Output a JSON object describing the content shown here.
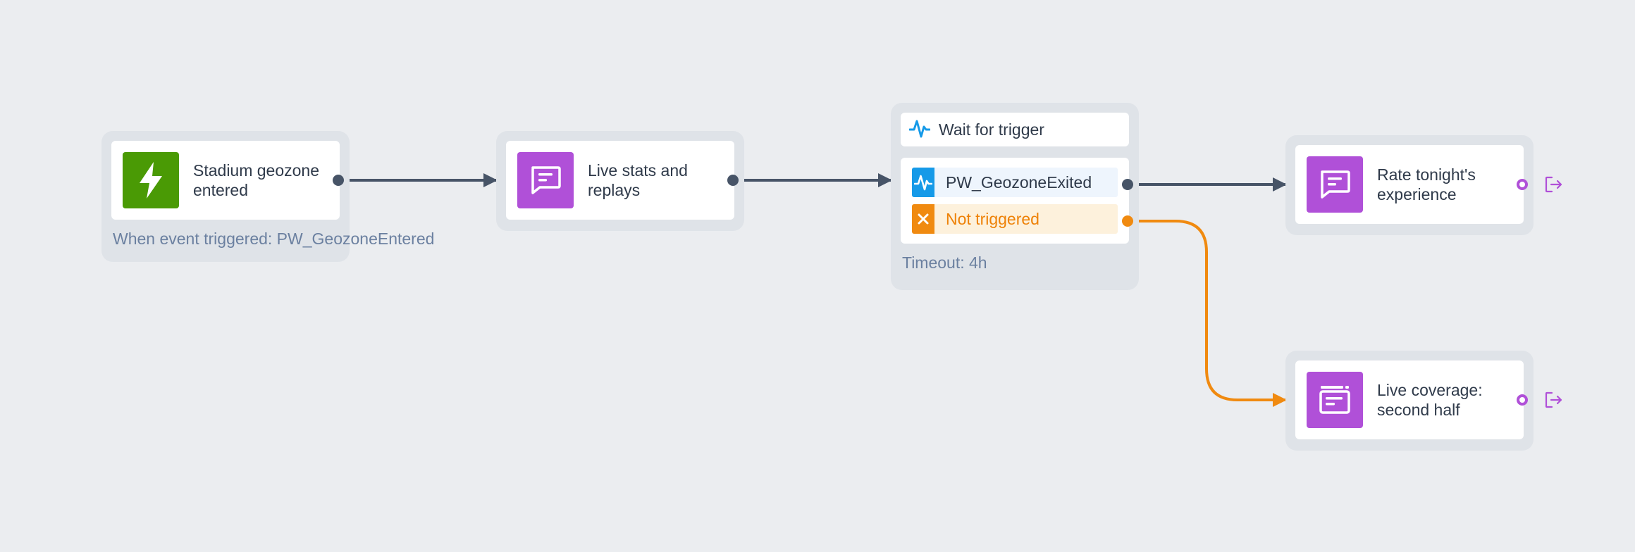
{
  "canvas": {
    "background": "#ebedf0"
  },
  "colors": {
    "trigger_green": "#4a9a05",
    "message_purple": "#b050d8",
    "event_blue": "#169ae8",
    "timeout_orange": "#f08a10",
    "edge_dark": "#475467",
    "caption_text": "#6b80a0"
  },
  "nodes": {
    "trigger": {
      "title": "Stadium geozone entered",
      "icon": "lightning-icon",
      "caption": "When event triggered: PW_GeozoneEntered"
    },
    "message1": {
      "title": "Live stats and replays",
      "icon": "chat-message-icon"
    },
    "wait": {
      "header": "Wait for trigger",
      "header_icon": "pulse-icon",
      "branches": [
        {
          "label": "PW_GeozoneExited",
          "icon": "pulse-icon",
          "kind": "event"
        },
        {
          "label": "Not triggered",
          "icon": "close-icon",
          "kind": "timeout"
        }
      ],
      "caption": "Timeout: 4h"
    },
    "message2": {
      "title": "Rate tonight's experience",
      "icon": "chat-message-icon",
      "exit_icon": "exit-icon"
    },
    "message3": {
      "title": "Live coverage: second half",
      "icon": "inapp-message-icon",
      "exit_icon": "exit-icon"
    }
  }
}
